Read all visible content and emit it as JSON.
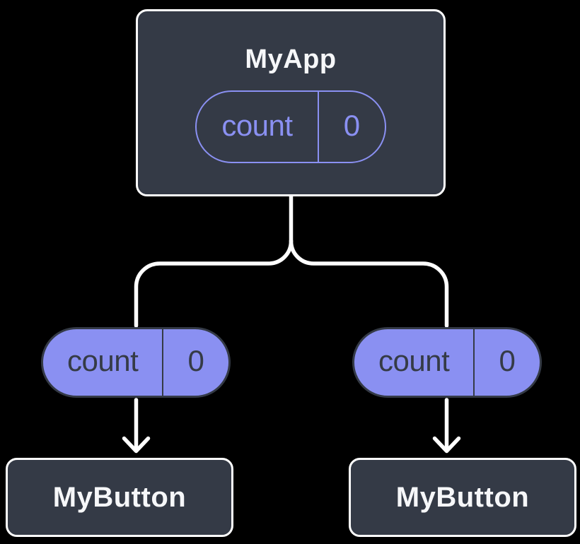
{
  "colors": {
    "background": "#000000",
    "node_fill": "#343A46",
    "node_border": "#FFFFFF",
    "accent": "#8A90F2",
    "pill_dark_text": "#353B46",
    "title_text": "#F6F7F9",
    "connector": "#FFFFFF"
  },
  "root": {
    "title": "MyApp",
    "state": {
      "name": "count",
      "value": "0"
    }
  },
  "children": [
    {
      "title": "MyButton",
      "prop": {
        "name": "count",
        "value": "0"
      }
    },
    {
      "title": "MyButton",
      "prop": {
        "name": "count",
        "value": "0"
      }
    }
  ]
}
